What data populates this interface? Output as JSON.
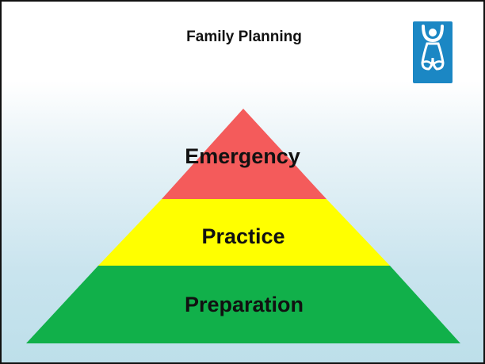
{
  "slide": {
    "title": "Family Planning",
    "logo_icon": "family-care-icon"
  },
  "pyramid": {
    "layers": [
      {
        "label": "Emergency",
        "color": "#f45b5b"
      },
      {
        "label": "Practice",
        "color": "#ffff00"
      },
      {
        "label": "Preparation",
        "color": "#11b04a"
      }
    ]
  }
}
